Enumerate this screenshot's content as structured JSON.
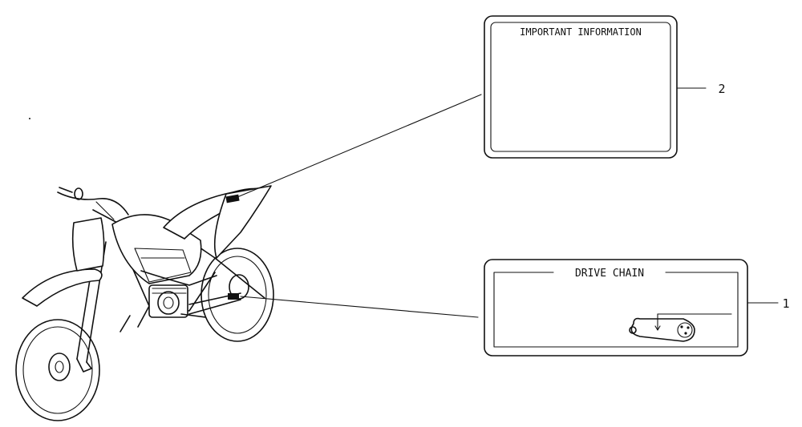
{
  "labels": {
    "important": {
      "title": "IMPORTANT INFORMATION",
      "callout": "2"
    },
    "drive_chain": {
      "title": "DRIVE CHAIN",
      "callout": "1"
    }
  },
  "colors": {
    "ink": "#111111",
    "background": "#ffffff"
  }
}
